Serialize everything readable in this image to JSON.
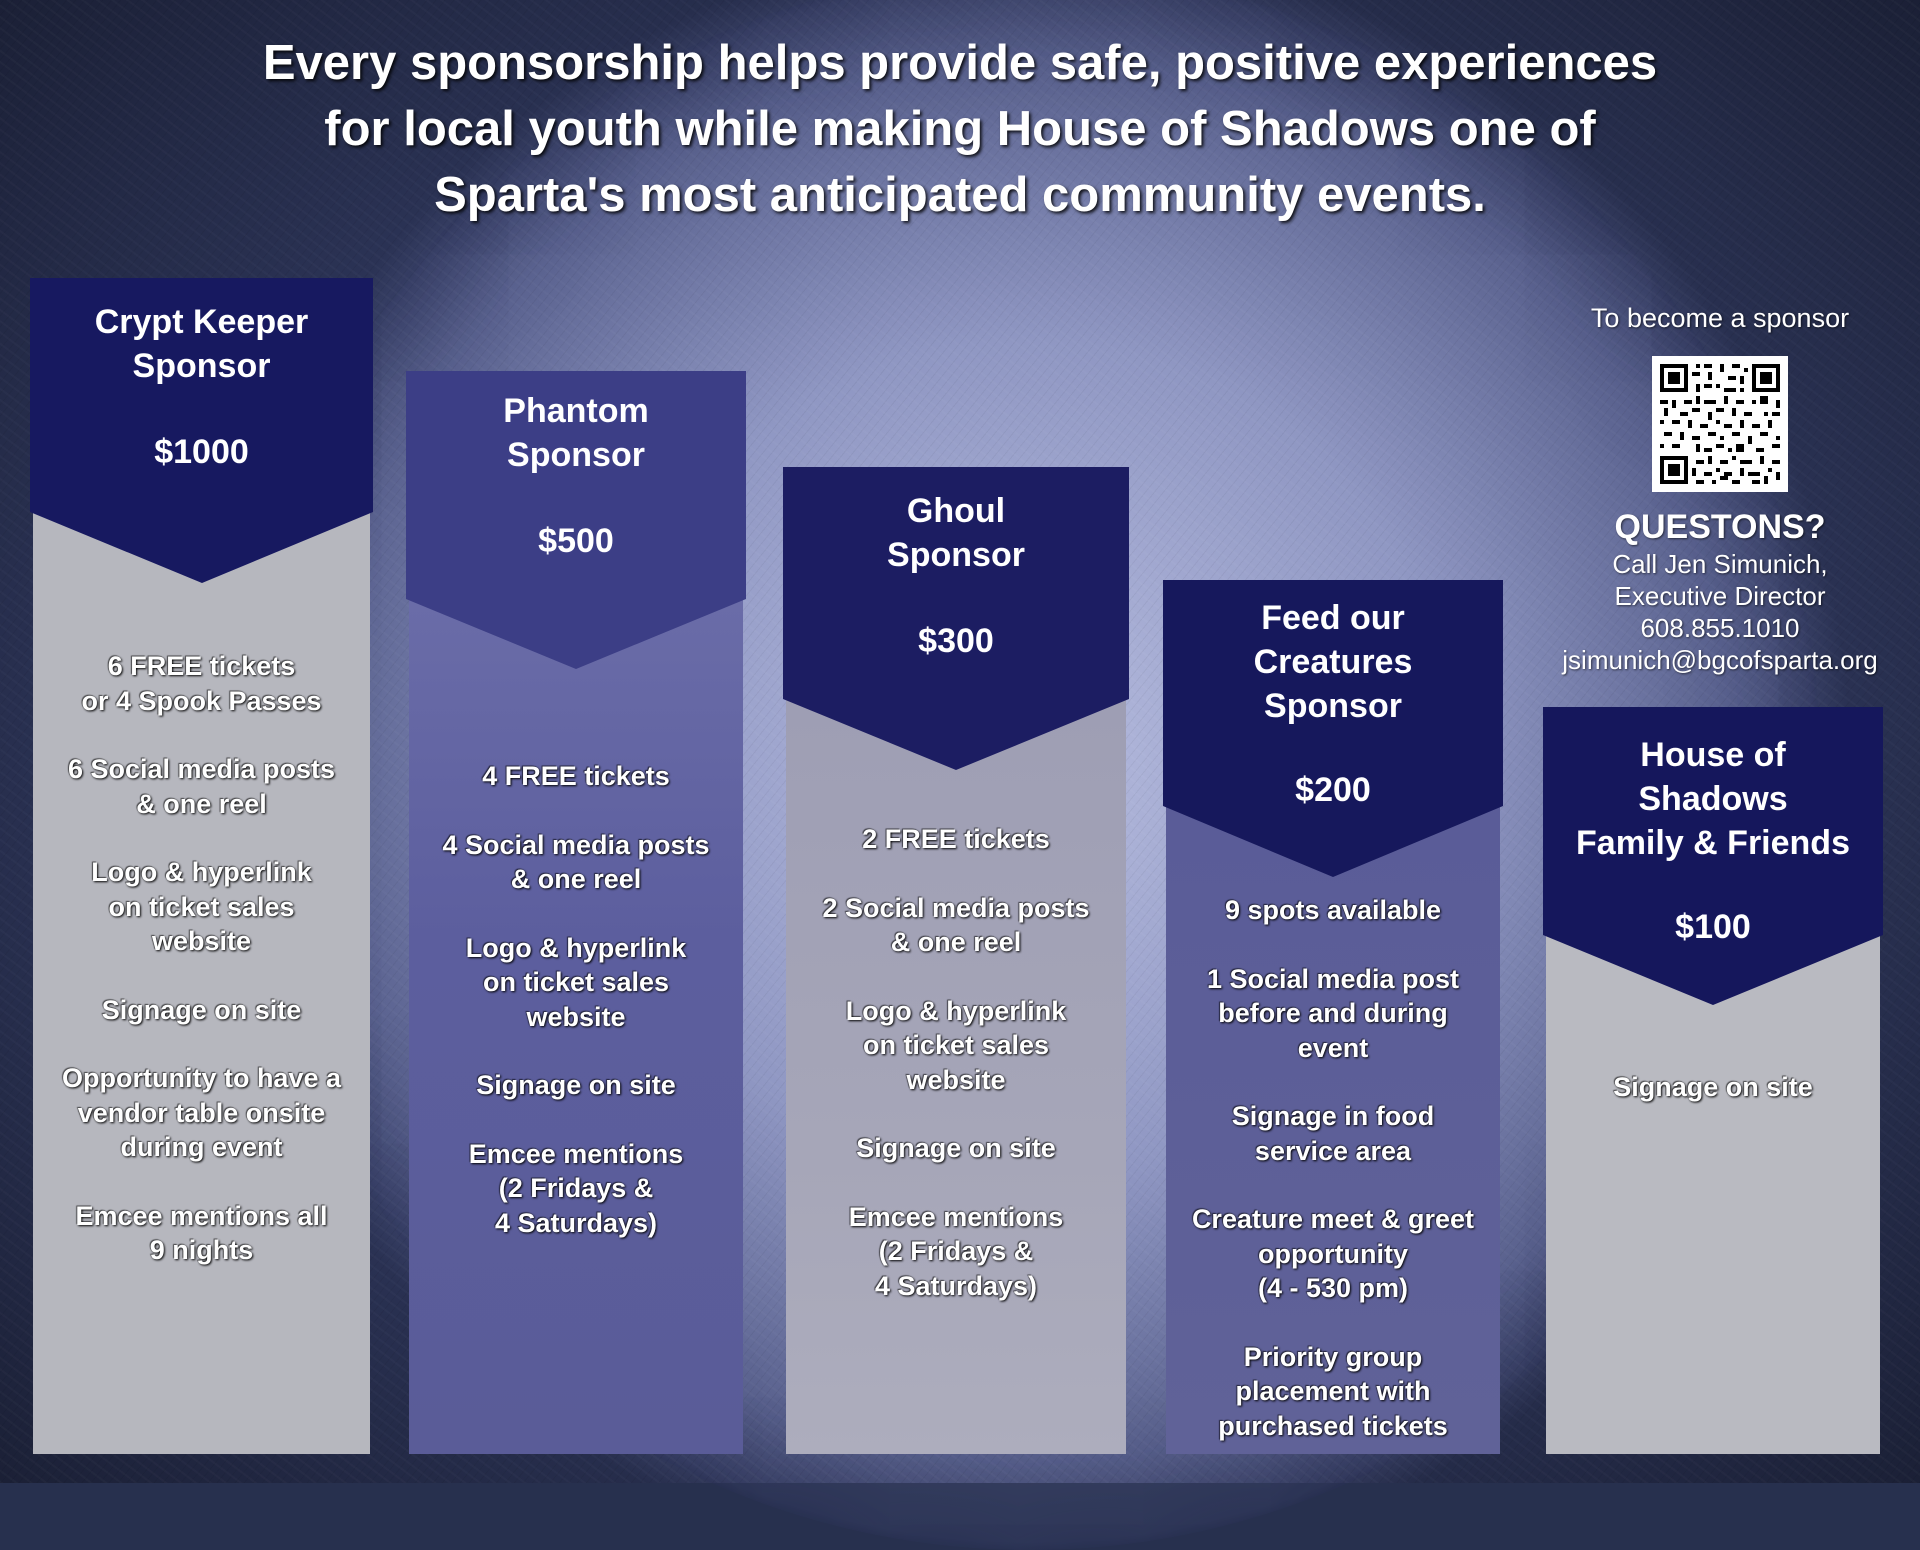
{
  "headline": {
    "line1": "Every sponsorship helps provide safe, positive experiences",
    "line2": "for local youth while making House of Shadows one of",
    "line3": "Sparta's most anticipated community events."
  },
  "colors": {
    "header_bg": "#16185f",
    "crypt_body": "#b7b8bf",
    "phantom_body": "#5a5c9c",
    "ghoul_body": "#a7a7b8",
    "feed_body": "#5e5f9a",
    "family_body": "#b8b9c0"
  },
  "tiers": [
    {
      "name_line1": "Crypt Keeper",
      "name_line2": "Sponsor",
      "price": "$1000",
      "benefits": [
        "6 FREE tickets\nor 4 Spook Passes",
        "6 Social media posts\n& one reel",
        "Logo & hyperlink\non ticket sales\nwebsite",
        "Signage on site",
        "Opportunity to have a\nvendor table onsite\nduring event",
        "Emcee mentions all\n9 nights"
      ]
    },
    {
      "name_line1": "Phantom",
      "name_line2": "Sponsor",
      "price": "$500",
      "benefits": [
        "4 FREE tickets",
        "4 Social media posts\n& one reel",
        "Logo & hyperlink\non ticket sales\nwebsite",
        "Signage on site",
        "Emcee mentions\n(2 Fridays &\n4 Saturdays)"
      ]
    },
    {
      "name_line1": "Ghoul",
      "name_line2": "Sponsor",
      "price": "$300",
      "benefits": [
        "2 FREE tickets",
        "2 Social media posts\n& one reel",
        "Logo & hyperlink\non ticket sales\nwebsite",
        "Signage on site",
        "Emcee mentions\n(2 Fridays &\n4 Saturdays)"
      ]
    },
    {
      "name_line1": "Feed our",
      "name_line2": "Creatures",
      "name_line3": "Sponsor",
      "price": "$200",
      "benefits": [
        "9 spots available",
        "1 Social media post\nbefore and during\nevent",
        "Signage in food\nservice area",
        "Creature meet & greet\nopportunity\n(4 - 530 pm)",
        "Priority group\nplacement with\npurchased tickets"
      ]
    },
    {
      "name_line1": "House of",
      "name_line2": "Shadows",
      "name_line3": "Family & Friends",
      "price": "$100",
      "benefits": [
        "Signage on site"
      ]
    }
  ],
  "contact": {
    "become": "To become a sponsor",
    "questions": "QUESTONS?",
    "call": "Call Jen Simunich,",
    "title": "Executive Director",
    "phone": "608.855.1010",
    "email": "jsimunich@bgcofsparta.org"
  }
}
